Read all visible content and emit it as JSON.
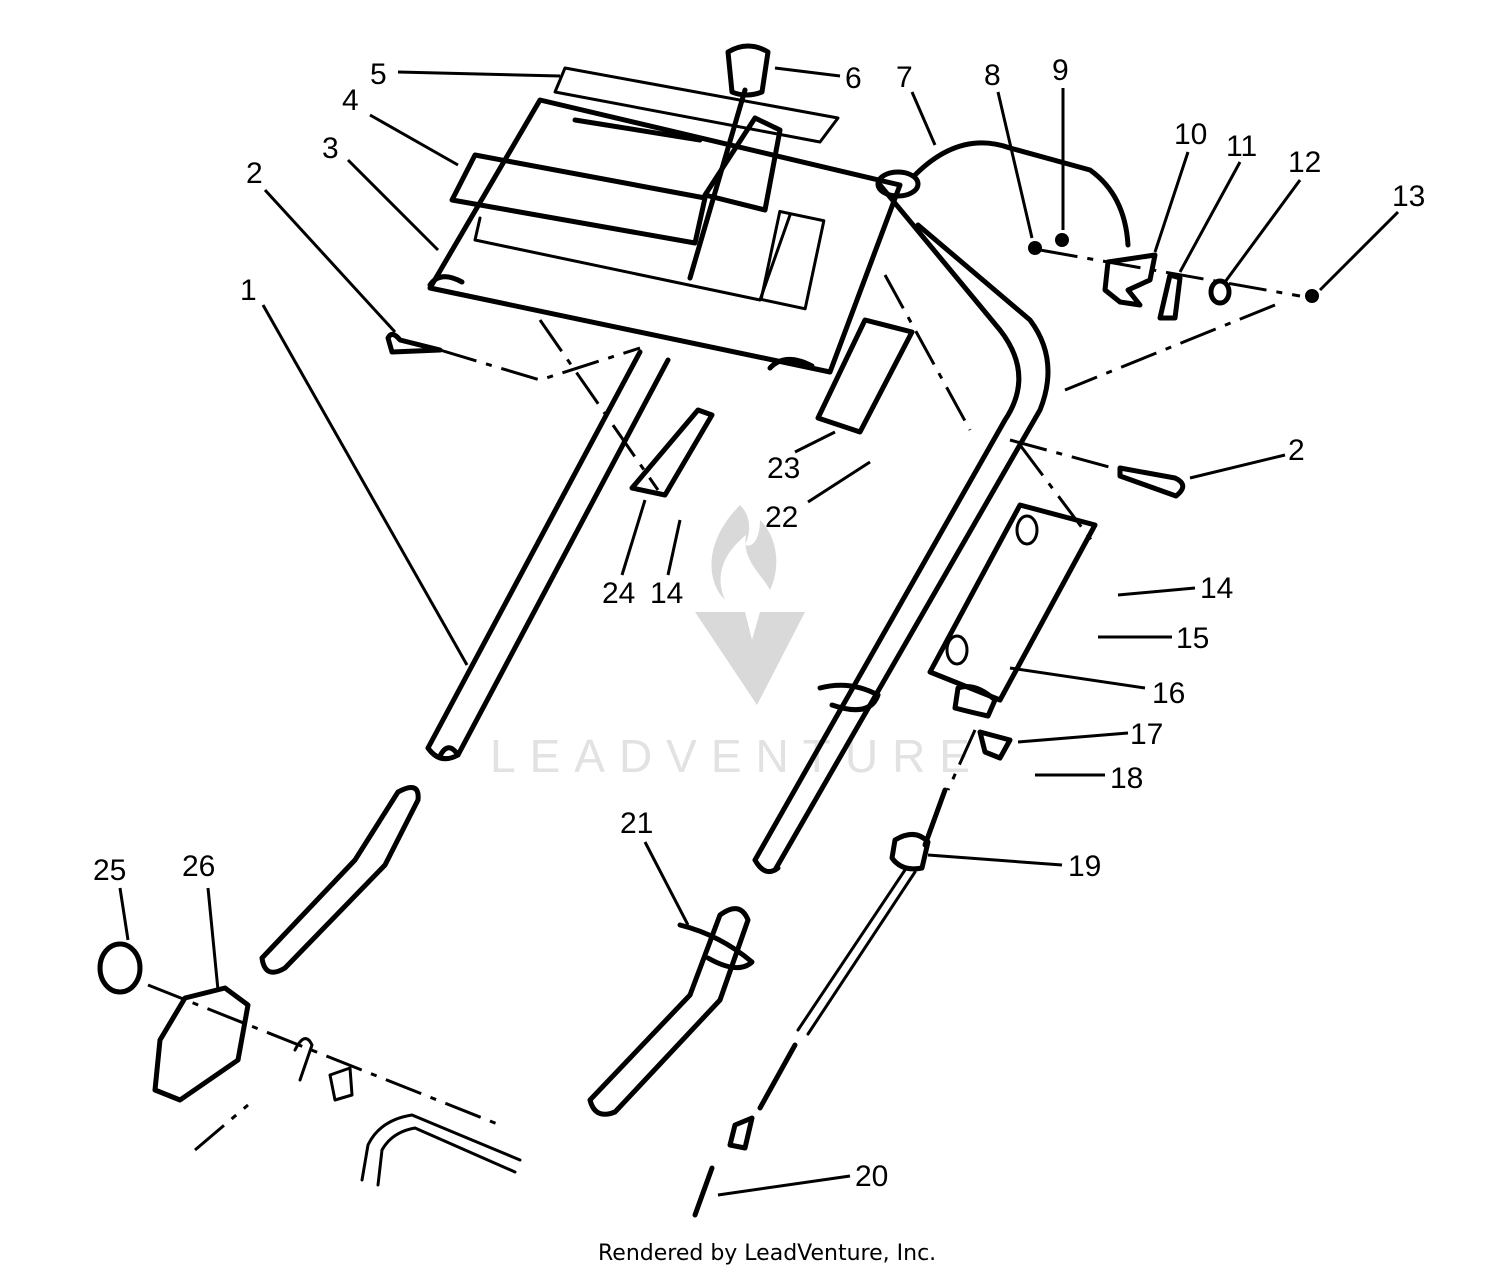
{
  "watermark": {
    "text": "LEADVENTURE"
  },
  "footer": {
    "credit": "Rendered by LeadVenture, Inc."
  },
  "callouts": [
    {
      "id": "c1",
      "label": "1"
    },
    {
      "id": "c2a",
      "label": "2"
    },
    {
      "id": "c2b",
      "label": "2"
    },
    {
      "id": "c3",
      "label": "3"
    },
    {
      "id": "c4",
      "label": "4"
    },
    {
      "id": "c5",
      "label": "5"
    },
    {
      "id": "c6",
      "label": "6"
    },
    {
      "id": "c7",
      "label": "7"
    },
    {
      "id": "c8",
      "label": "8"
    },
    {
      "id": "c9",
      "label": "9"
    },
    {
      "id": "c10",
      "label": "10"
    },
    {
      "id": "c11",
      "label": "11"
    },
    {
      "id": "c12",
      "label": "12"
    },
    {
      "id": "c13",
      "label": "13"
    },
    {
      "id": "c14a",
      "label": "14"
    },
    {
      "id": "c14b",
      "label": "14"
    },
    {
      "id": "c15",
      "label": "15"
    },
    {
      "id": "c16",
      "label": "16"
    },
    {
      "id": "c17",
      "label": "17"
    },
    {
      "id": "c18",
      "label": "18"
    },
    {
      "id": "c19",
      "label": "19"
    },
    {
      "id": "c20",
      "label": "20"
    },
    {
      "id": "c21",
      "label": "21"
    },
    {
      "id": "c22",
      "label": "22"
    },
    {
      "id": "c23",
      "label": "23"
    },
    {
      "id": "c24",
      "label": "24"
    },
    {
      "id": "c25",
      "label": "25"
    },
    {
      "id": "c26",
      "label": "26"
    }
  ]
}
